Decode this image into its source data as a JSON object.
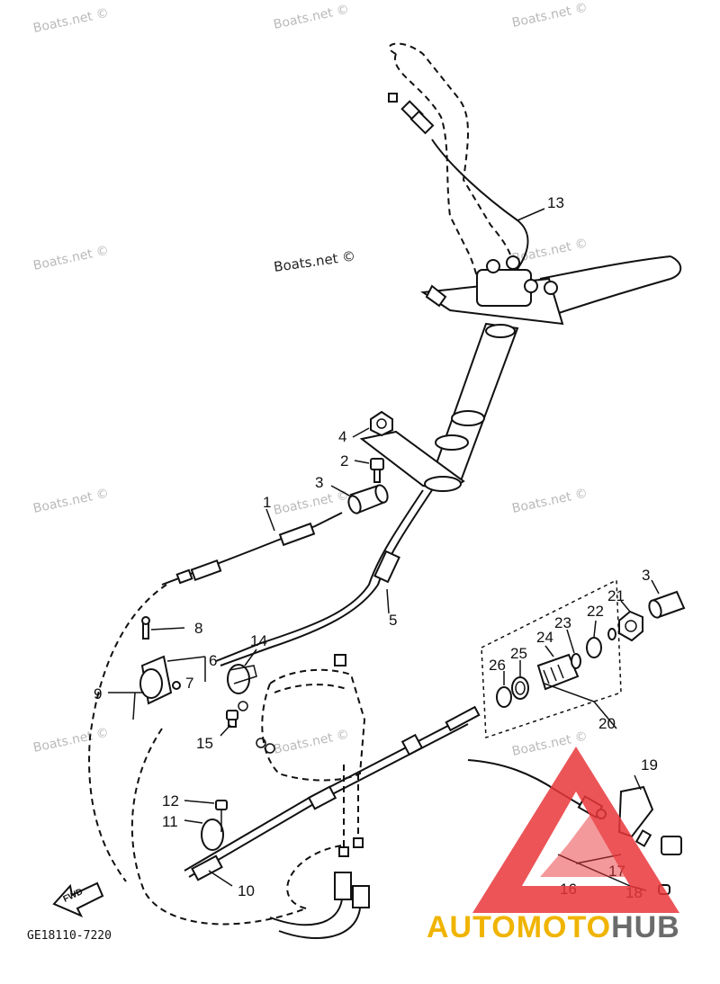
{
  "watermark": "Boats.net ©",
  "diagram_code": "GE18110-7220",
  "fwd_label": "FWD",
  "brand": {
    "part1": "AUTOMOTO",
    "part2": "HUB",
    "color_main": "#f0b400",
    "color_accent": "#6b6b6b",
    "logo_color": "#e9373b"
  },
  "callouts": {
    "p1": "1",
    "p2": "2",
    "p3": "3",
    "p3b": "3",
    "p4": "4",
    "p5": "5",
    "p6": "6",
    "p7": "7",
    "p8": "8",
    "p9": "9",
    "p10": "10",
    "p11": "11",
    "p12": "12",
    "p13": "13",
    "p14": "14",
    "p15": "15",
    "p16": "16",
    "p17": "17",
    "p18": "18",
    "p19": "19",
    "p20": "20",
    "p21": "21",
    "p22": "22",
    "p23": "23",
    "p24": "24",
    "p25": "25",
    "p26": "26"
  }
}
